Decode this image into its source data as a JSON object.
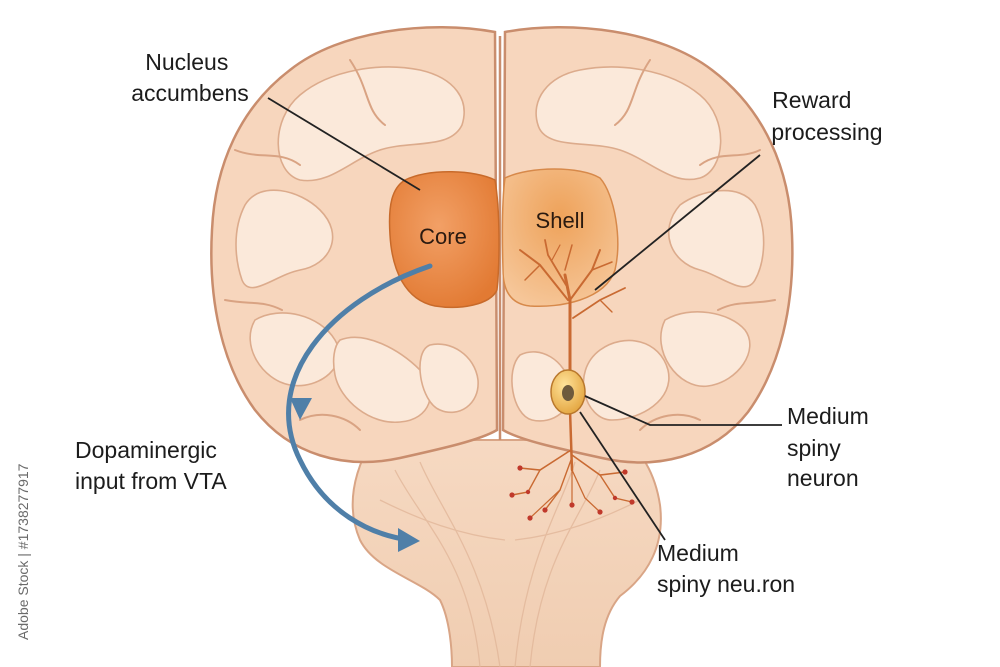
{
  "labels": {
    "nucleus_accumbens": [
      "Nucleus",
      "accumbens"
    ],
    "reward_processing": [
      "Reward",
      "processing"
    ],
    "core": "Core",
    "shell": "Shell",
    "medium_spiny_neuron_1": [
      "Medium",
      "spiny",
      "neuron"
    ],
    "medium_spiny_neuron_2": [
      "Medium",
      "spiny neu.ron"
    ],
    "dopaminergic_input": [
      "Dopaminergic",
      "input from VTA"
    ]
  },
  "watermark": "Adobe Stock | #1738277917",
  "colors": {
    "brain_fill": "#f7d6bd",
    "gyrus_pale": "#fbe9da",
    "outline": "#c98d6d",
    "core_fill": "#e8833c",
    "shell_fill": "#efaa62",
    "neuron": "#c96a32",
    "soma": "#f0c25a",
    "arrow": "#4f7fa8",
    "brainstem": "#f3d4bb"
  }
}
